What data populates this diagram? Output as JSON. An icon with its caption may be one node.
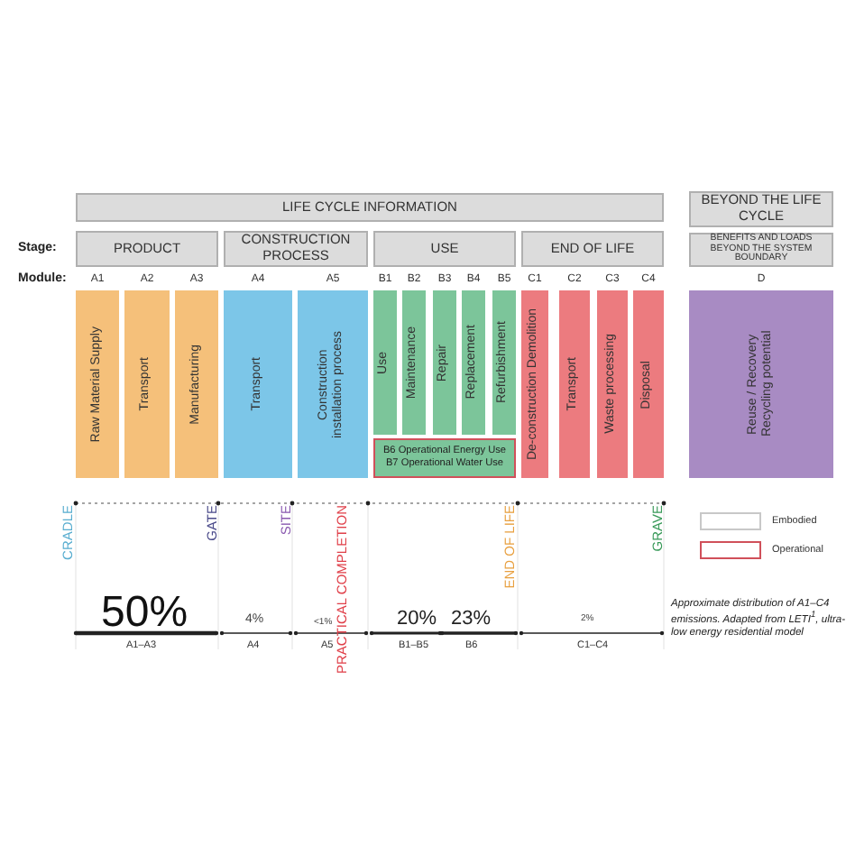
{
  "diagram": {
    "nodes": [
      {
        "text": [
          "LIFE CYCLE INFORMATION"
        ]
      },
      {
        "text": [
          "BEYOND THE LIFE CYCLE"
        ]
      },
      {
        "text": [
          "PRODUCT"
        ]
      },
      {
        "text": [
          "CONSTRUCTION PROCESS"
        ]
      },
      {
        "text": [
          "USE"
        ]
      },
      {
        "text": [
          "END OF LIFE"
        ]
      },
      {
        "text": [
          "BENEFITS AND LOADS BEYOND THE SYSTEM BOUNDARY"
        ]
      },
      {
        "text": [
          "Raw Material Supply"
        ],
        "beside": [
          "A1"
        ]
      },
      {
        "text": [
          "Transport"
        ],
        "beside": [
          "A2"
        ]
      },
      {
        "text": [
          "Manufacturing"
        ],
        "beside": [
          "A3"
        ]
      },
      {
        "text": [
          "Transport"
        ],
        "beside": [
          "A4"
        ]
      },
      {
        "text": [
          "Construction installation process"
        ],
        "beside": [
          "A5"
        ]
      },
      {
        "text": [
          "Use"
        ],
        "beside": [
          "B1"
        ]
      },
      {
        "text": [
          "Maintenance"
        ],
        "beside": [
          "B2"
        ]
      },
      {
        "text": [
          "Repair"
        ],
        "beside": [
          "B3"
        ]
      },
      {
        "text": [
          "Replacement"
        ],
        "beside": [
          "B4"
        ]
      },
      {
        "text": [
          "Refurbishment"
        ],
        "beside": [
          "B5"
        ]
      },
      {
        "text": [
          "De-construction Demolition"
        ],
        "beside": [
          "C1"
        ]
      },
      {
        "text": [
          "Transport"
        ],
        "beside": [
          "C2"
        ]
      },
      {
        "text": [
          "Waste processing"
        ],
        "beside": [
          "C3"
        ]
      },
      {
        "text": [
          "Disposal"
        ],
        "beside": [
          "C4"
        ]
      },
      {
        "text": [
          "Reuse / Recovery Recycling potential"
        ],
        "beside": [
          "D"
        ]
      },
      {
        "text": [
          "B6 Operational Energy Use",
          "B7 Operational Water Use"
        ]
      }
    ],
    "edges": [],
    "labels": [
      "Stage:",
      "Module:",
      "CRADLE",
      "GATE",
      "SITE",
      "PRACTICAL COMPLETION",
      "END OF LIFE",
      "GRAVE",
      "50%",
      "4%",
      "<1%",
      "20%",
      "23%",
      "2%",
      "A1–A3",
      "A4",
      "A5",
      "B1–B5",
      "B6",
      "C1–C4",
      "Approximate distribution of A1–C4 emissions. Adapted from LETI$^{1}$, ultra-low energy residential model"
    ],
    "legend": [
      {
        "text": "Embodied"
      },
      {
        "text": "Operational"
      }
    ]
  }
}
